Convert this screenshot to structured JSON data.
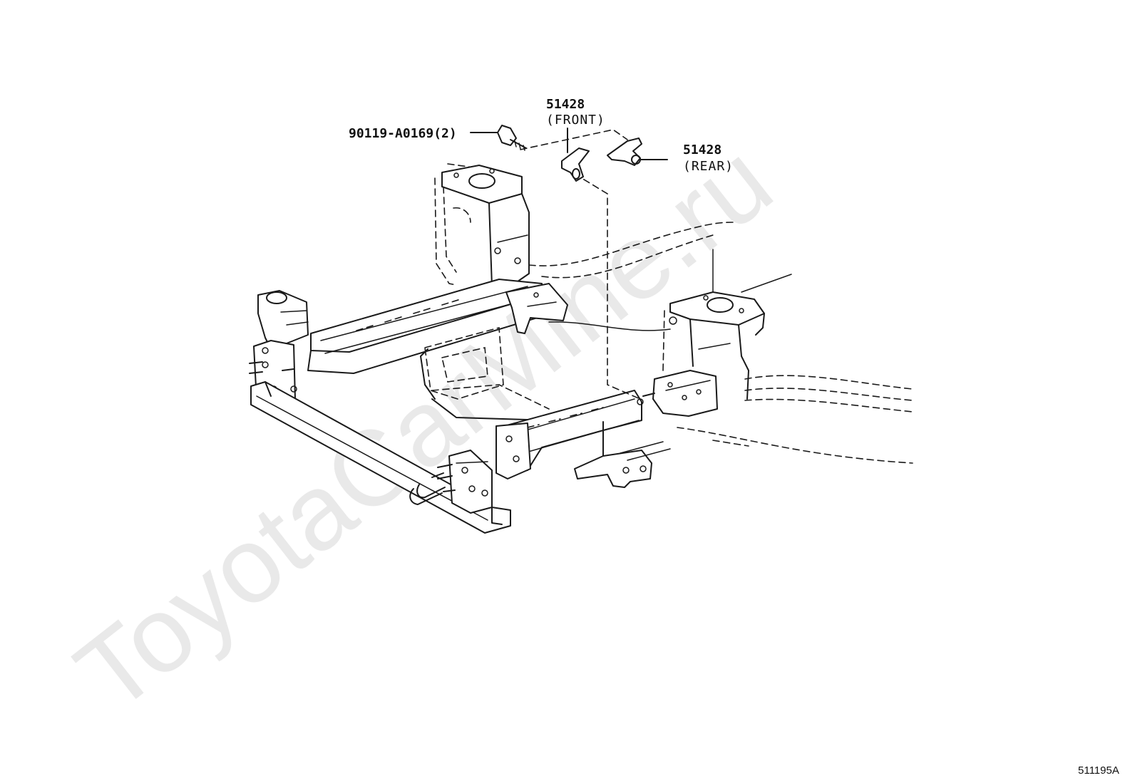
{
  "diagram": {
    "watermark": "ToyotaCarMine.ru",
    "diagram_code": "511195A"
  },
  "callouts": {
    "bolt": {
      "part_number": "90119-A0169(2)"
    },
    "bracket_front": {
      "part_number": "51428",
      "note": "(FRONT)"
    },
    "bracket_rear": {
      "part_number": "51428",
      "note": "(REAR)"
    }
  }
}
